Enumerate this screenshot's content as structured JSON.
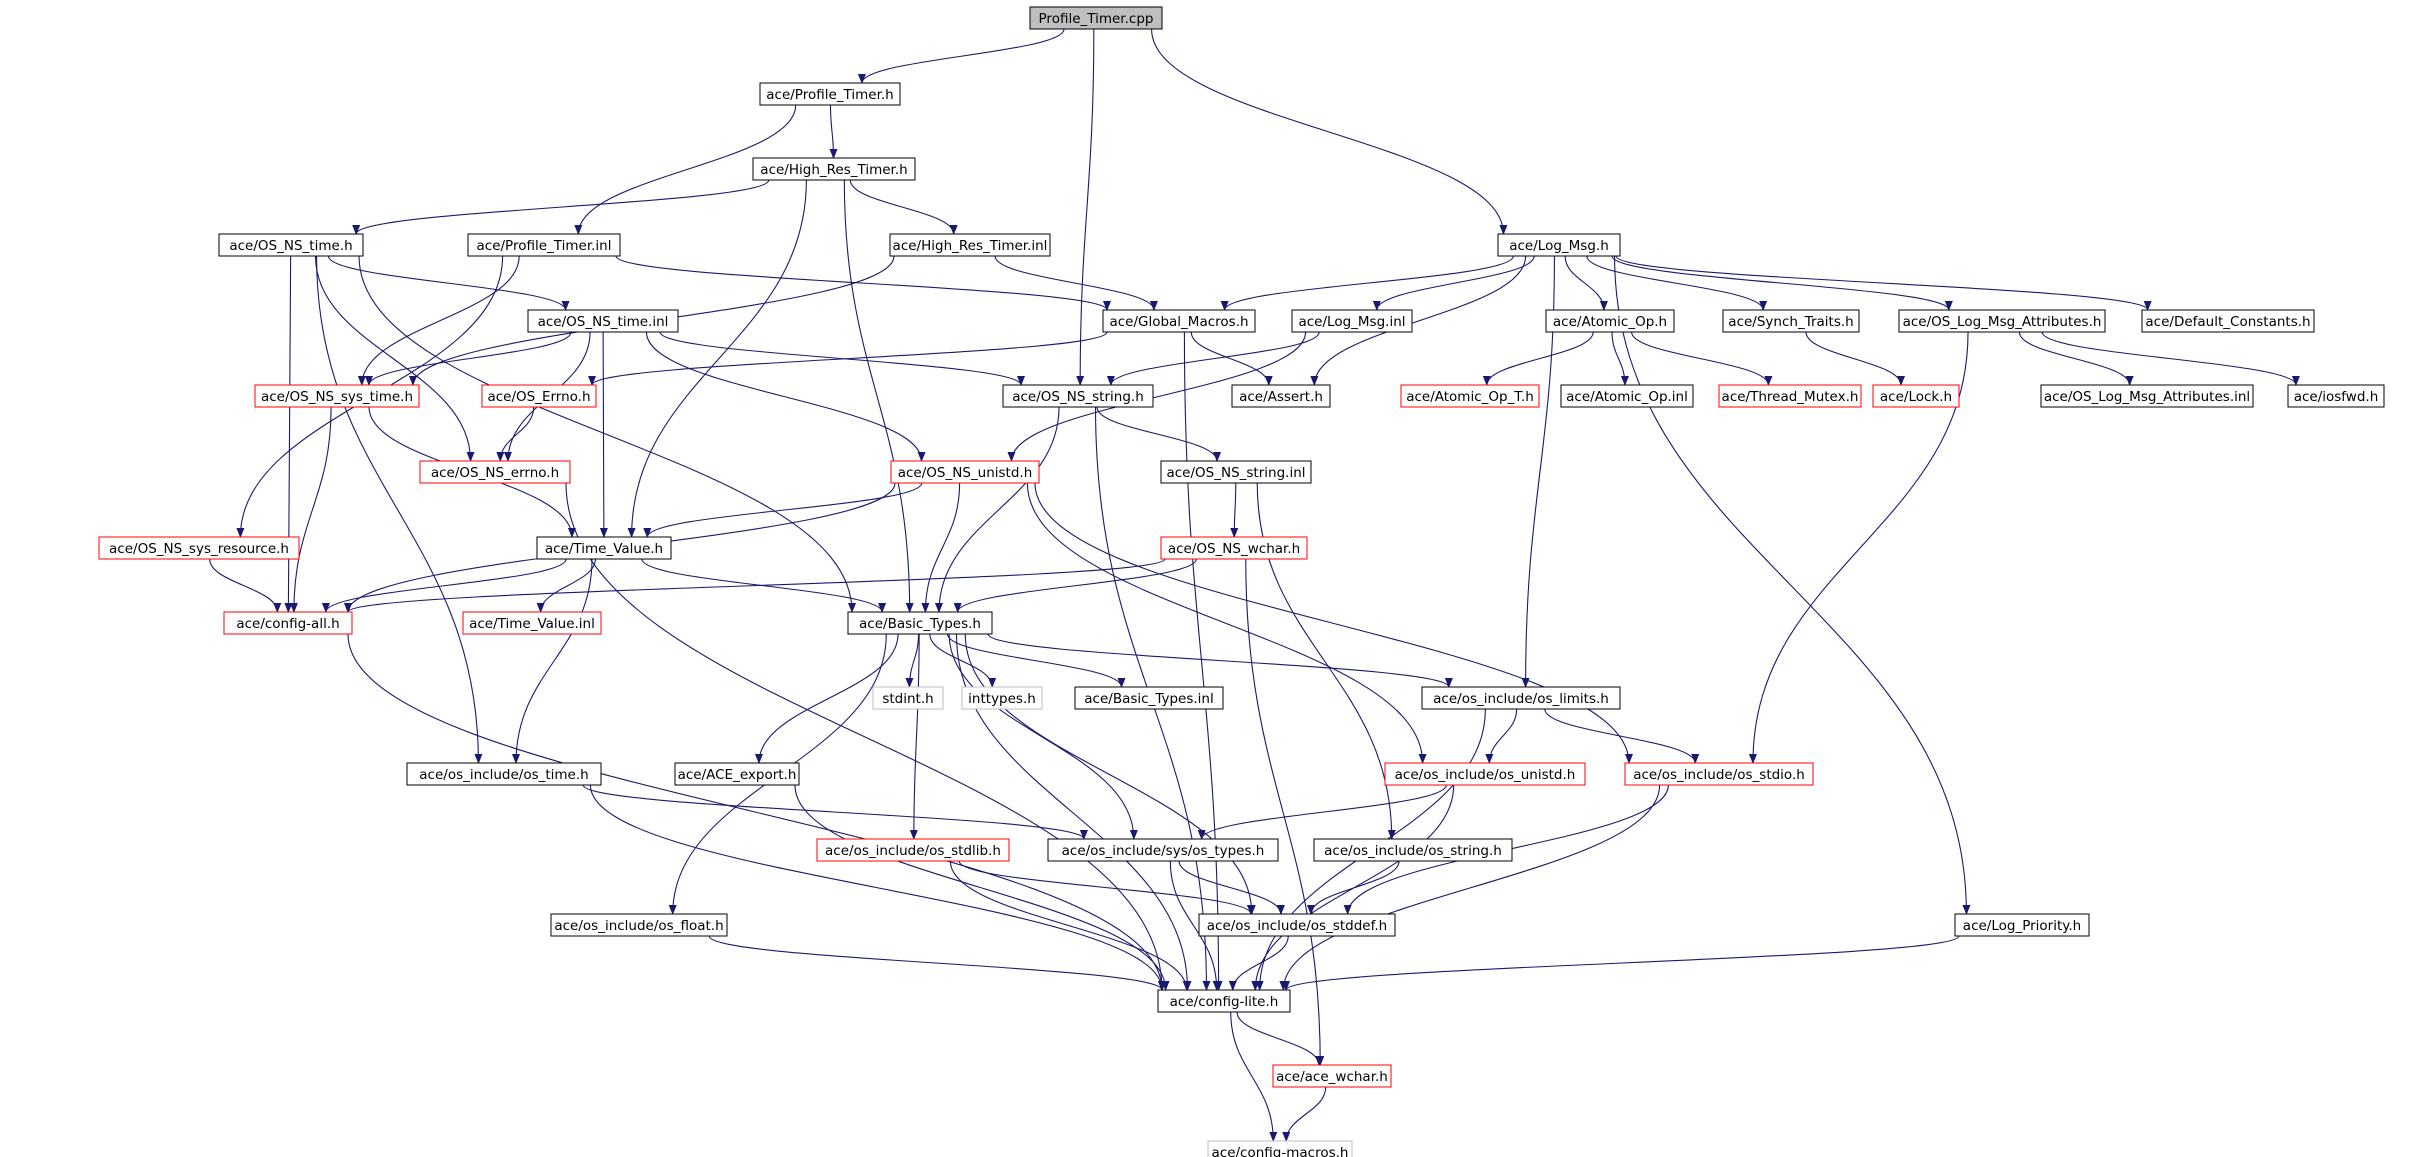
{
  "diagram": {
    "colors": {
      "edge": "#191970",
      "border_normal": "#000000",
      "border_red": "#ff0000",
      "border_gray": "#bfbfbf",
      "root_fill": "#bfbfbf"
    },
    "nodes": {
      "profile_timer_cpp": {
        "label": "Profile_Timer.cpp",
        "style": "root"
      },
      "profile_timer_h": {
        "label": "ace/Profile_Timer.h",
        "style": "normal"
      },
      "high_res_timer_h": {
        "label": "ace/High_Res_Timer.h",
        "style": "normal"
      },
      "os_ns_time_h": {
        "label": "ace/OS_NS_time.h",
        "style": "normal"
      },
      "profile_timer_inl": {
        "label": "ace/Profile_Timer.inl",
        "style": "normal"
      },
      "high_res_timer_inl": {
        "label": "ace/High_Res_Timer.inl",
        "style": "normal"
      },
      "log_msg_h": {
        "label": "ace/Log_Msg.h",
        "style": "normal"
      },
      "os_ns_time_inl": {
        "label": "ace/OS_NS_time.inl",
        "style": "normal"
      },
      "global_macros_h": {
        "label": "ace/Global_Macros.h",
        "style": "normal"
      },
      "log_msg_inl": {
        "label": "ace/Log_Msg.inl",
        "style": "normal"
      },
      "atomic_op_h": {
        "label": "ace/Atomic_Op.h",
        "style": "normal"
      },
      "synch_traits_h": {
        "label": "ace/Synch_Traits.h",
        "style": "normal"
      },
      "os_log_msg_attributes_h": {
        "label": "ace/OS_Log_Msg_Attributes.h",
        "style": "normal"
      },
      "default_constants_h": {
        "label": "ace/Default_Constants.h",
        "style": "normal"
      },
      "os_ns_sys_time_h": {
        "label": "ace/OS_NS_sys_time.h",
        "style": "red"
      },
      "os_errno_h": {
        "label": "ace/OS_Errno.h",
        "style": "red"
      },
      "os_ns_string_h": {
        "label": "ace/OS_NS_string.h",
        "style": "normal"
      },
      "assert_h": {
        "label": "ace/Assert.h",
        "style": "normal"
      },
      "atomic_op_t_h": {
        "label": "ace/Atomic_Op_T.h",
        "style": "red"
      },
      "atomic_op_inl": {
        "label": "ace/Atomic_Op.inl",
        "style": "normal"
      },
      "thread_mutex_h": {
        "label": "ace/Thread_Mutex.h",
        "style": "red"
      },
      "lock_h": {
        "label": "ace/Lock.h",
        "style": "red"
      },
      "os_log_msg_attributes_inl": {
        "label": "ace/OS_Log_Msg_Attributes.inl",
        "style": "normal"
      },
      "iosfwd_h": {
        "label": "ace/iosfwd.h",
        "style": "normal"
      },
      "os_ns_errno_h": {
        "label": "ace/OS_NS_errno.h",
        "style": "red"
      },
      "os_ns_unistd_h": {
        "label": "ace/OS_NS_unistd.h",
        "style": "red"
      },
      "os_ns_string_inl": {
        "label": "ace/OS_NS_string.inl",
        "style": "normal"
      },
      "os_ns_sys_resource_h": {
        "label": "ace/OS_NS_sys_resource.h",
        "style": "red"
      },
      "time_value_h": {
        "label": "ace/Time_Value.h",
        "style": "normal"
      },
      "os_ns_wchar_h": {
        "label": "ace/OS_NS_wchar.h",
        "style": "red"
      },
      "config_all_h": {
        "label": "ace/config-all.h",
        "style": "red"
      },
      "time_value_inl": {
        "label": "ace/Time_Value.inl",
        "style": "red"
      },
      "basic_types_h": {
        "label": "ace/Basic_Types.h",
        "style": "normal"
      },
      "stdint_h": {
        "label": "stdint.h",
        "style": "gray"
      },
      "inttypes_h": {
        "label": "inttypes.h",
        "style": "gray"
      },
      "basic_types_inl": {
        "label": "ace/Basic_Types.inl",
        "style": "normal"
      },
      "os_limits_h": {
        "label": "ace/os_include/os_limits.h",
        "style": "normal"
      },
      "os_time_h": {
        "label": "ace/os_include/os_time.h",
        "style": "normal"
      },
      "ace_export_h": {
        "label": "ace/ACE_export.h",
        "style": "normal"
      },
      "os_unistd_h": {
        "label": "ace/os_include/os_unistd.h",
        "style": "red"
      },
      "os_stdio_h": {
        "label": "ace/os_include/os_stdio.h",
        "style": "red"
      },
      "os_stdlib_h": {
        "label": "ace/os_include/os_stdlib.h",
        "style": "red"
      },
      "sys_os_types_h": {
        "label": "ace/os_include/sys/os_types.h",
        "style": "normal"
      },
      "os_string_h": {
        "label": "ace/os_include/os_string.h",
        "style": "normal"
      },
      "os_float_h": {
        "label": "ace/os_include/os_float.h",
        "style": "normal"
      },
      "os_stddef_h": {
        "label": "ace/os_include/os_stddef.h",
        "style": "normal"
      },
      "log_priority_h": {
        "label": "ace/Log_Priority.h",
        "style": "normal"
      },
      "config_lite_h": {
        "label": "ace/config-lite.h",
        "style": "normal"
      },
      "ace_wchar_h": {
        "label": "ace/ace_wchar.h",
        "style": "red"
      },
      "config_macros_h": {
        "label": "ace/config-macros.h",
        "style": "gray"
      }
    },
    "edges": [
      [
        "profile_timer_cpp",
        "profile_timer_h"
      ],
      [
        "profile_timer_cpp",
        "os_ns_string_h"
      ],
      [
        "profile_timer_cpp",
        "log_msg_h"
      ],
      [
        "profile_timer_h",
        "high_res_timer_h"
      ],
      [
        "profile_timer_h",
        "profile_timer_inl"
      ],
      [
        "high_res_timer_h",
        "os_ns_time_h"
      ],
      [
        "high_res_timer_h",
        "high_res_timer_inl"
      ],
      [
        "high_res_timer_h",
        "time_value_h"
      ],
      [
        "high_res_timer_h",
        "basic_types_h"
      ],
      [
        "os_ns_time_h",
        "os_ns_time_inl"
      ],
      [
        "os_ns_time_h",
        "config_all_h"
      ],
      [
        "os_ns_time_h",
        "basic_types_h"
      ],
      [
        "os_ns_time_h",
        "os_ns_errno_h"
      ],
      [
        "os_ns_time_h",
        "os_time_h"
      ],
      [
        "profile_timer_inl",
        "global_macros_h"
      ],
      [
        "profile_timer_inl",
        "os_ns_sys_time_h"
      ],
      [
        "profile_timer_inl",
        "os_ns_sys_resource_h"
      ],
      [
        "high_res_timer_inl",
        "global_macros_h"
      ],
      [
        "high_res_timer_inl",
        "os_ns_sys_time_h"
      ],
      [
        "log_msg_h",
        "global_macros_h"
      ],
      [
        "log_msg_h",
        "log_msg_inl"
      ],
      [
        "log_msg_h",
        "atomic_op_h"
      ],
      [
        "log_msg_h",
        "synch_traits_h"
      ],
      [
        "log_msg_h",
        "os_log_msg_attributes_h"
      ],
      [
        "log_msg_h",
        "default_constants_h"
      ],
      [
        "log_msg_h",
        "assert_h"
      ],
      [
        "log_msg_h",
        "os_limits_h"
      ],
      [
        "log_msg_h",
        "log_priority_h"
      ],
      [
        "log_msg_inl",
        "os_ns_string_h"
      ],
      [
        "log_msg_inl",
        "os_ns_unistd_h"
      ],
      [
        "os_ns_time_inl",
        "os_ns_string_h"
      ],
      [
        "os_ns_time_inl",
        "os_ns_unistd_h"
      ],
      [
        "os_ns_time_inl",
        "os_ns_sys_time_h"
      ],
      [
        "os_ns_time_inl",
        "os_ns_errno_h"
      ],
      [
        "os_ns_time_inl",
        "time_value_h"
      ],
      [
        "global_macros_h",
        "assert_h"
      ],
      [
        "global_macros_h",
        "os_errno_h"
      ],
      [
        "global_macros_h",
        "config_lite_h"
      ],
      [
        "os_errno_h",
        "os_ns_errno_h"
      ],
      [
        "os_ns_sys_time_h",
        "time_value_h"
      ],
      [
        "os_ns_sys_time_h",
        "config_all_h"
      ],
      [
        "os_ns_errno_h",
        "config_lite_h"
      ],
      [
        "os_ns_string_h",
        "os_ns_string_inl"
      ],
      [
        "os_ns_string_h",
        "basic_types_h"
      ],
      [
        "os_ns_string_h",
        "config_lite_h"
      ],
      [
        "os_ns_string_inl",
        "os_ns_wchar_h"
      ],
      [
        "os_ns_string_inl",
        "os_string_h"
      ],
      [
        "atomic_op_h",
        "atomic_op_t_h"
      ],
      [
        "atomic_op_h",
        "atomic_op_inl"
      ],
      [
        "atomic_op_h",
        "thread_mutex_h"
      ],
      [
        "synch_traits_h",
        "lock_h"
      ],
      [
        "os_log_msg_attributes_h",
        "os_log_msg_attributes_inl"
      ],
      [
        "os_log_msg_attributes_h",
        "iosfwd_h"
      ],
      [
        "os_log_msg_attributes_h",
        "os_stdio_h"
      ],
      [
        "os_ns_unistd_h",
        "time_value_h"
      ],
      [
        "os_ns_unistd_h",
        "basic_types_h"
      ],
      [
        "os_ns_unistd_h",
        "config_all_h"
      ],
      [
        "os_ns_unistd_h",
        "os_unistd_h"
      ],
      [
        "os_ns_unistd_h",
        "os_stdio_h"
      ],
      [
        "os_ns_sys_resource_h",
        "config_all_h"
      ],
      [
        "time_value_h",
        "time_value_inl"
      ],
      [
        "time_value_h",
        "config_all_h"
      ],
      [
        "time_value_h",
        "basic_types_h"
      ],
      [
        "time_value_h",
        "os_time_h"
      ],
      [
        "os_ns_wchar_h",
        "config_all_h"
      ],
      [
        "os_ns_wchar_h",
        "basic_types_h"
      ],
      [
        "os_ns_wchar_h",
        "ace_wchar_h"
      ],
      [
        "config_all_h",
        "config_lite_h"
      ],
      [
        "basic_types_h",
        "stdint_h"
      ],
      [
        "basic_types_h",
        "inttypes_h"
      ],
      [
        "basic_types_h",
        "basic_types_inl"
      ],
      [
        "basic_types_h",
        "os_limits_h"
      ],
      [
        "basic_types_h",
        "ace_export_h"
      ],
      [
        "basic_types_h",
        "os_stdlib_h"
      ],
      [
        "basic_types_h",
        "sys_os_types_h"
      ],
      [
        "basic_types_h",
        "os_float_h"
      ],
      [
        "basic_types_h",
        "os_stddef_h"
      ],
      [
        "basic_types_h",
        "config_lite_h"
      ],
      [
        "os_limits_h",
        "os_unistd_h"
      ],
      [
        "os_limits_h",
        "os_stdio_h"
      ],
      [
        "os_limits_h",
        "config_lite_h"
      ],
      [
        "os_time_h",
        "sys_os_types_h"
      ],
      [
        "os_time_h",
        "config_lite_h"
      ],
      [
        "ace_export_h",
        "config_lite_h"
      ],
      [
        "os_unistd_h",
        "sys_os_types_h"
      ],
      [
        "os_unistd_h",
        "config_lite_h"
      ],
      [
        "os_stdio_h",
        "os_stddef_h"
      ],
      [
        "os_stdio_h",
        "config_lite_h"
      ],
      [
        "os_stdlib_h",
        "os_stddef_h"
      ],
      [
        "os_stdlib_h",
        "config_lite_h"
      ],
      [
        "sys_os_types_h",
        "os_stddef_h"
      ],
      [
        "sys_os_types_h",
        "config_lite_h"
      ],
      [
        "os_string_h",
        "os_stddef_h"
      ],
      [
        "os_float_h",
        "config_lite_h"
      ],
      [
        "os_stddef_h",
        "config_lite_h"
      ],
      [
        "log_priority_h",
        "config_lite_h"
      ],
      [
        "config_lite_h",
        "ace_wchar_h"
      ],
      [
        "config_lite_h",
        "config_macros_h"
      ],
      [
        "ace_wchar_h",
        "config_macros_h"
      ]
    ]
  }
}
